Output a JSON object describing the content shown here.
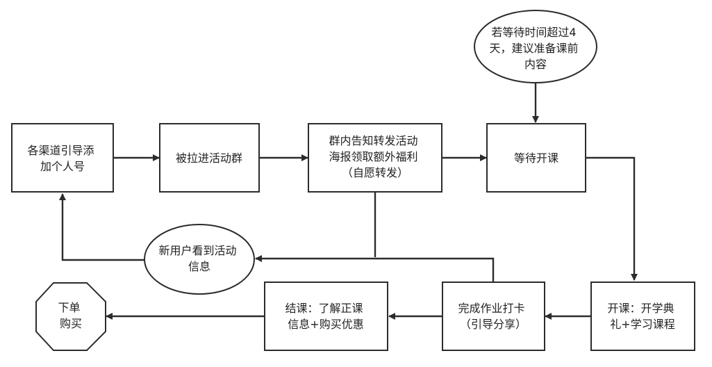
{
  "nodes": {
    "channels": {
      "lines": [
        "各渠道引导添",
        "加个人号"
      ]
    },
    "join_group": {
      "lines": [
        "被拉进活动群"
      ]
    },
    "group_notice": {
      "lines": [
        "群内告知转发活动",
        "海报领取额外福利",
        "（自愿转发）"
      ]
    },
    "wait_class": {
      "lines": [
        "等待开课"
      ]
    },
    "wait_note": {
      "lines": [
        "若等待时间超过4",
        "天，建议准备课前",
        "内容"
      ]
    },
    "class_start": {
      "lines": [
        "开课：开学典",
        "礼+学习课程"
      ]
    },
    "homework": {
      "lines": [
        "完成作业打卡",
        "（引导分享）"
      ]
    },
    "class_end": {
      "lines": [
        "结课：了解正课",
        "信息+购买优惠"
      ]
    },
    "purchase": {
      "lines": [
        "下单",
        "购买"
      ]
    },
    "new_user": {
      "lines": [
        "新用户看到活动",
        "信息"
      ]
    }
  },
  "colors": {
    "stroke": "#2b2b2b",
    "fill": "#ffffff",
    "text": "#222222"
  }
}
